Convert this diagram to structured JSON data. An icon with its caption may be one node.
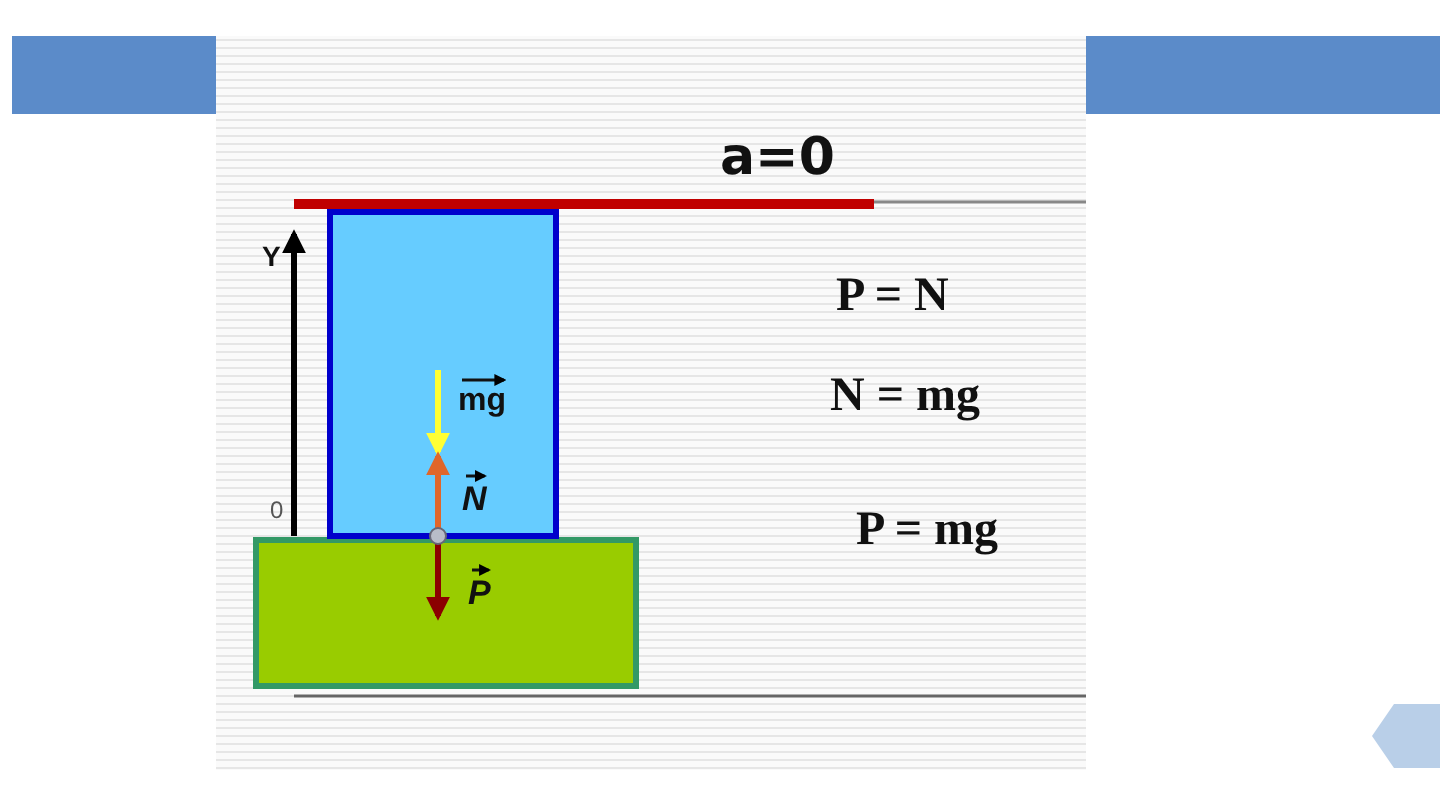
{
  "diagram": {
    "labels": [
      "a=0",
      "Y",
      "0",
      "mg",
      "N",
      "P",
      "P = N",
      "N = mg",
      "P = mg"
    ]
  }
}
